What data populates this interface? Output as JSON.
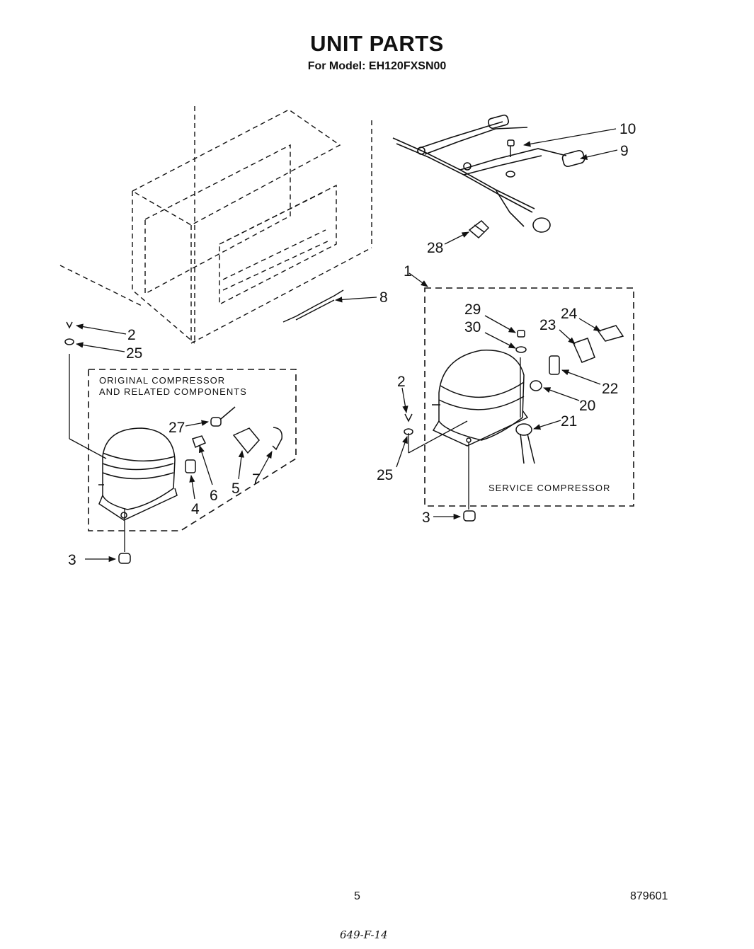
{
  "header": {
    "title": "UNIT PARTS",
    "subtitle": "For Model: EH120FXSN00"
  },
  "boxes": {
    "original_line1": "ORIGINAL COMPRESSOR",
    "original_line2": "AND RELATED COMPONENTS",
    "service": "SERVICE COMPRESSOR"
  },
  "callouts": {
    "c1": "1",
    "c2a": "2",
    "c2b": "2",
    "c3a": "3",
    "c3b": "3",
    "c4": "4",
    "c5": "5",
    "c6": "6",
    "c7": "7",
    "c8": "8",
    "c9": "9",
    "c10": "10",
    "c20": "20",
    "c21": "21",
    "c22": "22",
    "c23": "23",
    "c24": "24",
    "c25a": "25",
    "c25b": "25",
    "c27": "27",
    "c28": "28",
    "c29": "29",
    "c30": "30"
  },
  "footer": {
    "page_number": "5",
    "doc_code": "879601",
    "handwritten": "649-F-14"
  }
}
